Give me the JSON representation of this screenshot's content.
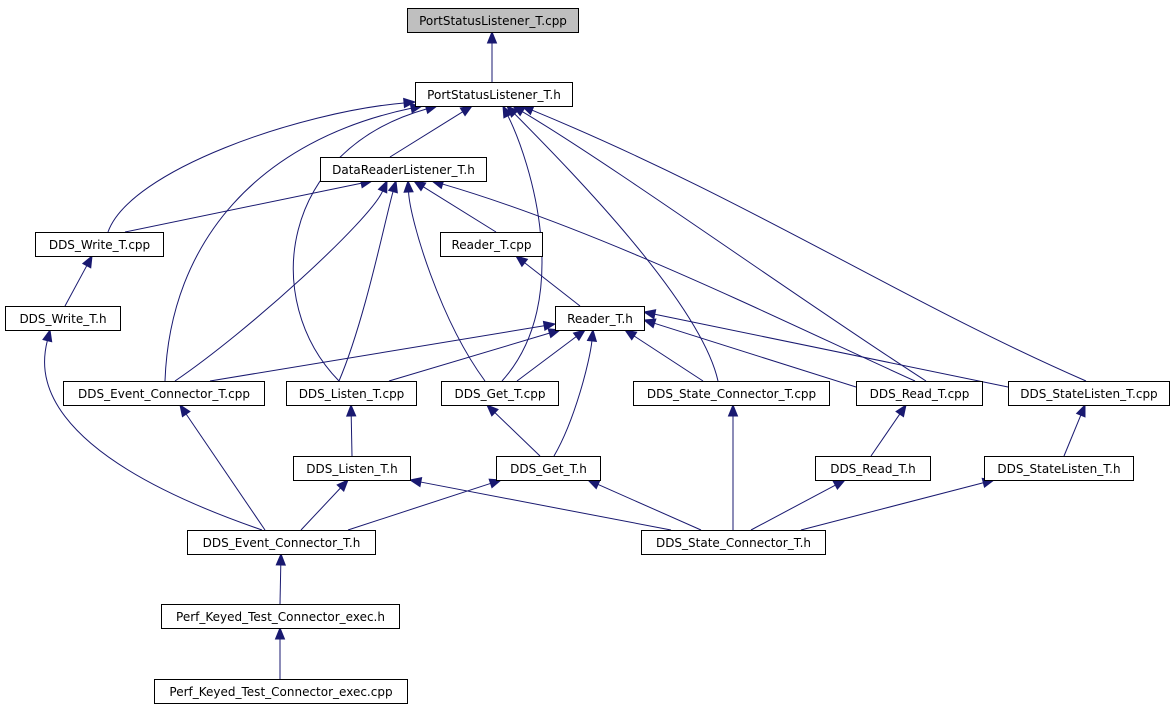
{
  "diagram": {
    "type": "include-dependency-graph",
    "root": "PortStatusListener_T.cpp",
    "nodes": [
      {
        "id": "pslcpp",
        "label": "PortStatusListener_T.cpp",
        "highlighted": true
      },
      {
        "id": "pslh",
        "label": "PortStatusListener_T.h"
      },
      {
        "id": "drl",
        "label": "DataReaderListener_T.h"
      },
      {
        "id": "wcpp",
        "label": "DDS_Write_T.cpp"
      },
      {
        "id": "rcpp",
        "label": "Reader_T.cpp"
      },
      {
        "id": "wh",
        "label": "DDS_Write_T.h"
      },
      {
        "id": "rh",
        "label": "Reader_T.h"
      },
      {
        "id": "ecpp",
        "label": "DDS_Event_Connector_T.cpp"
      },
      {
        "id": "lcpp",
        "label": "DDS_Listen_T.cpp"
      },
      {
        "id": "gcpp",
        "label": "DDS_Get_T.cpp"
      },
      {
        "id": "scpp",
        "label": "DDS_State_Connector_T.cpp"
      },
      {
        "id": "rdcpp",
        "label": "DDS_Read_T.cpp"
      },
      {
        "id": "slcpp",
        "label": "DDS_StateListen_T.cpp"
      },
      {
        "id": "lh",
        "label": "DDS_Listen_T.h"
      },
      {
        "id": "gh",
        "label": "DDS_Get_T.h"
      },
      {
        "id": "rdh",
        "label": "DDS_Read_T.h"
      },
      {
        "id": "slh",
        "label": "DDS_StateListen_T.h"
      },
      {
        "id": "eh",
        "label": "DDS_Event_Connector_T.h"
      },
      {
        "id": "sh",
        "label": "DDS_State_Connector_T.h"
      },
      {
        "id": "perfh",
        "label": "Perf_Keyed_Test_Connector_exec.h"
      },
      {
        "id": "perfcpp",
        "label": "Perf_Keyed_Test_Connector_exec.cpp"
      }
    ],
    "edges": [
      {
        "from": "pslh",
        "to": "pslcpp"
      },
      {
        "from": "drl",
        "to": "pslh"
      },
      {
        "from": "wcpp",
        "to": "pslh"
      },
      {
        "from": "ecpp",
        "to": "pslh"
      },
      {
        "from": "lcpp",
        "to": "pslh"
      },
      {
        "from": "gcpp",
        "to": "pslh"
      },
      {
        "from": "scpp",
        "to": "pslh"
      },
      {
        "from": "rdcpp",
        "to": "pslh"
      },
      {
        "from": "slcpp",
        "to": "pslh"
      },
      {
        "from": "wcpp",
        "to": "drl"
      },
      {
        "from": "rcpp",
        "to": "drl"
      },
      {
        "from": "ecpp",
        "to": "drl"
      },
      {
        "from": "lcpp",
        "to": "drl"
      },
      {
        "from": "gcpp",
        "to": "drl"
      },
      {
        "from": "rdcpp",
        "to": "drl"
      },
      {
        "from": "wh",
        "to": "wcpp"
      },
      {
        "from": "rh",
        "to": "rcpp"
      },
      {
        "from": "ecpp",
        "to": "rh"
      },
      {
        "from": "lcpp",
        "to": "rh"
      },
      {
        "from": "gcpp",
        "to": "rh"
      },
      {
        "from": "gh",
        "to": "rh"
      },
      {
        "from": "scpp",
        "to": "rh"
      },
      {
        "from": "rdcpp",
        "to": "rh"
      },
      {
        "from": "slcpp",
        "to": "rh"
      },
      {
        "from": "lh",
        "to": "lcpp"
      },
      {
        "from": "gh",
        "to": "gcpp"
      },
      {
        "from": "rdh",
        "to": "rdcpp"
      },
      {
        "from": "slh",
        "to": "slcpp"
      },
      {
        "from": "eh",
        "to": "wh"
      },
      {
        "from": "eh",
        "to": "ecpp"
      },
      {
        "from": "eh",
        "to": "lh"
      },
      {
        "from": "eh",
        "to": "gh"
      },
      {
        "from": "sh",
        "to": "scpp"
      },
      {
        "from": "sh",
        "to": "lh"
      },
      {
        "from": "sh",
        "to": "gh"
      },
      {
        "from": "sh",
        "to": "rdh"
      },
      {
        "from": "sh",
        "to": "slh"
      },
      {
        "from": "perfh",
        "to": "eh"
      },
      {
        "from": "perfcpp",
        "to": "perfh"
      }
    ]
  },
  "colors": {
    "edge": "#191970",
    "node_border": "#000000",
    "node_fill": "#ffffff",
    "root_fill": "#bfbfbf",
    "background": "#ffffff"
  }
}
